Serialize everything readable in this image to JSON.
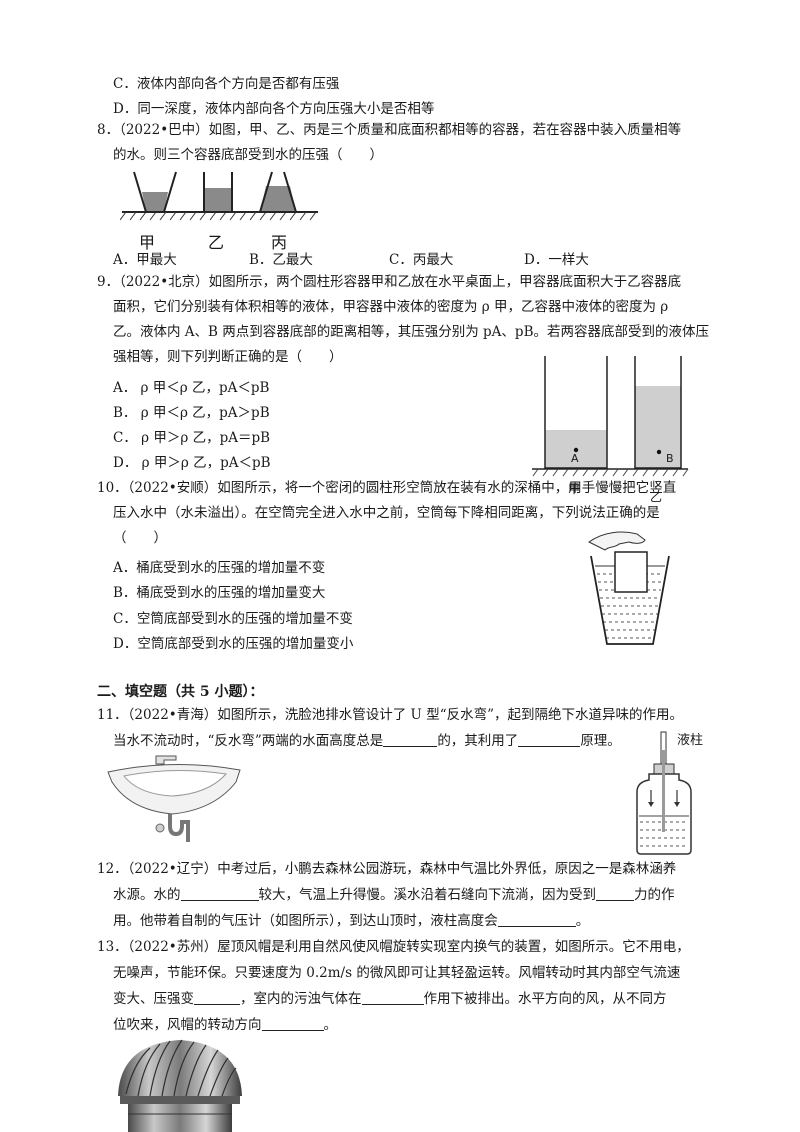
{
  "q7": {
    "c": "C．液体内部向各个方向是否都有压强",
    "d": "D．同一深度，液体内部向各个方向压强大小是否相等"
  },
  "q8": {
    "l1": "8．（2022•巴中）如图，甲、乙、丙是三个质量和底面积都相等的容器，若在容器中装入质量相等",
    "l2": "的水。则三个容器底部受到水的压强（　　）",
    "fig_labels": [
      "甲",
      "乙",
      "丙"
    ],
    "a": "A．甲最大",
    "b": "B．乙最大",
    "c": "C．丙最大",
    "d": "D．一样大"
  },
  "q9": {
    "l1": "9．（2022•北京）如图所示，两个圆柱形容器甲和乙放在水平桌面上，甲容器底面积大于乙容器底",
    "l2": "面积，它们分别装有体积相等的液体，甲容器中液体的密度为 ρ 甲，乙容器中液体的密度为 ρ",
    "l3": "乙。液体内 A、B 两点到容器底部的距离相等，其压强分别为 pA、pB。若两容器底部受到的液体压",
    "l4": "强相等，则下列判断正确的是（　　）",
    "a": "A． ρ 甲＜ρ 乙，pA＜pB",
    "b": "B． ρ 甲＜ρ 乙，pA＞pB",
    "c": "C． ρ 甲＞ρ 乙，pA＝pB",
    "d": "D． ρ 甲＞ρ 乙，pA＜pB",
    "fig_a": "A",
    "fig_b": "B",
    "fig_jia": "甲",
    "fig_yi": "乙"
  },
  "q10": {
    "l1": "10．（2022•安顺）如图所示，将一个密闭的圆柱形空筒放在装有水的深桶中，用手慢慢把它竖直",
    "l2": "压入水中（水未溢出）。在空筒完全进入水中之前，空筒每下降相同距离，下列说法正确的是",
    "l3": "（　　）",
    "a": "A．桶底受到水的压强的增加量不变",
    "b": "B．桶底受到水的压强的增加量变大",
    "c": "C．空筒底部受到水的压强的增加量不变",
    "d": "D．空筒底部受到水的压强的增加量变小"
  },
  "section2": "二、填空题（共 5 小题）：",
  "q11": {
    "l1": "11．（2022•青海）如图所示，洗脸池排水管设计了 U 型“反水弯”，起到隔绝下水道异味的作用。",
    "l2a": "当水不流动时，“反水弯”两端的水面高度总是",
    "l2b": "的，其利用了",
    "l2c": "原理。",
    "fig_label": "液柱"
  },
  "q12": {
    "l1": "12．（2022•辽宁）中考过后，小鹏去森林公园游玩，森林中气温比外界低，原因之一是森林涵养",
    "l2a": "水源。水的",
    "l2b": "较大，气温上升得慢。溪水沿着石缝向下流淌，因为受到",
    "l2c": "力的作",
    "l3a": "用。他带着自制的气压计（如图所示），到达山顶时，液柱高度会",
    "l3b": "。"
  },
  "q13": {
    "l1": "13．（2022•苏州）屋顶风帽是利用自然风使风帽旋转实现室内换气的装置，如图所示。它不用电，",
    "l2": "无噪声，节能环保。只要速度为 0.2m/s 的微风即可让其轻盈运转。风帽转动时其内部空气流速",
    "l3a": "变大、压强变",
    "l3b": "，室内的污浊气体在",
    "l3c": "作用下被排出。水平方向的风，从不同方",
    "l4a": "位吹来，风帽的转动方向",
    "l4b": "。"
  }
}
